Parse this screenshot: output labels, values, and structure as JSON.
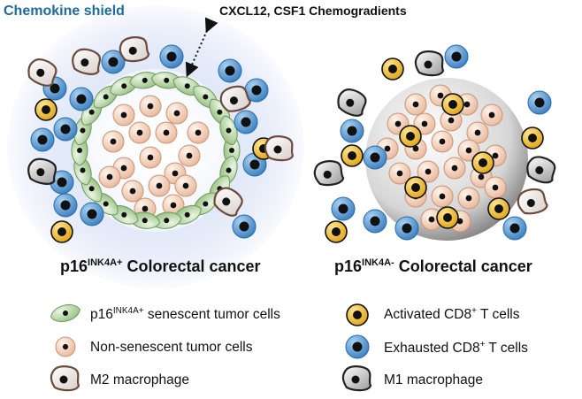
{
  "labels": {
    "shield": "Chemokine shield",
    "gradients": "CXCL12, CSF1 Chemogradients",
    "left_title": {
      "base": "p16",
      "sup": "INK4A+",
      "rest": " Colorectal cancer"
    },
    "right_title": {
      "base": "p16",
      "sup": "INK4A-",
      "rest": " Colorectal cancer"
    }
  },
  "legend": {
    "senescent": {
      "base": "p16",
      "sup": "INK4A+",
      "rest": " senescent tumor cells"
    },
    "non_senescent": "Non-senescent tumor cells",
    "m2": "M2 macrophage",
    "activated": {
      "base": "Activated CD8",
      "sup": "+",
      "rest": " T cells"
    },
    "exhausted": {
      "base": "Exhausted CD8",
      "sup": "+",
      "rest": " T cells"
    },
    "m1": "M1 macrophage"
  },
  "colors": {
    "senescent": "#bcd9ad",
    "tumor": "#f4d3bf",
    "activated": "#f2c12e",
    "exhausted": "#5aa0d8",
    "shield_glow": "#9fb3e6"
  }
}
